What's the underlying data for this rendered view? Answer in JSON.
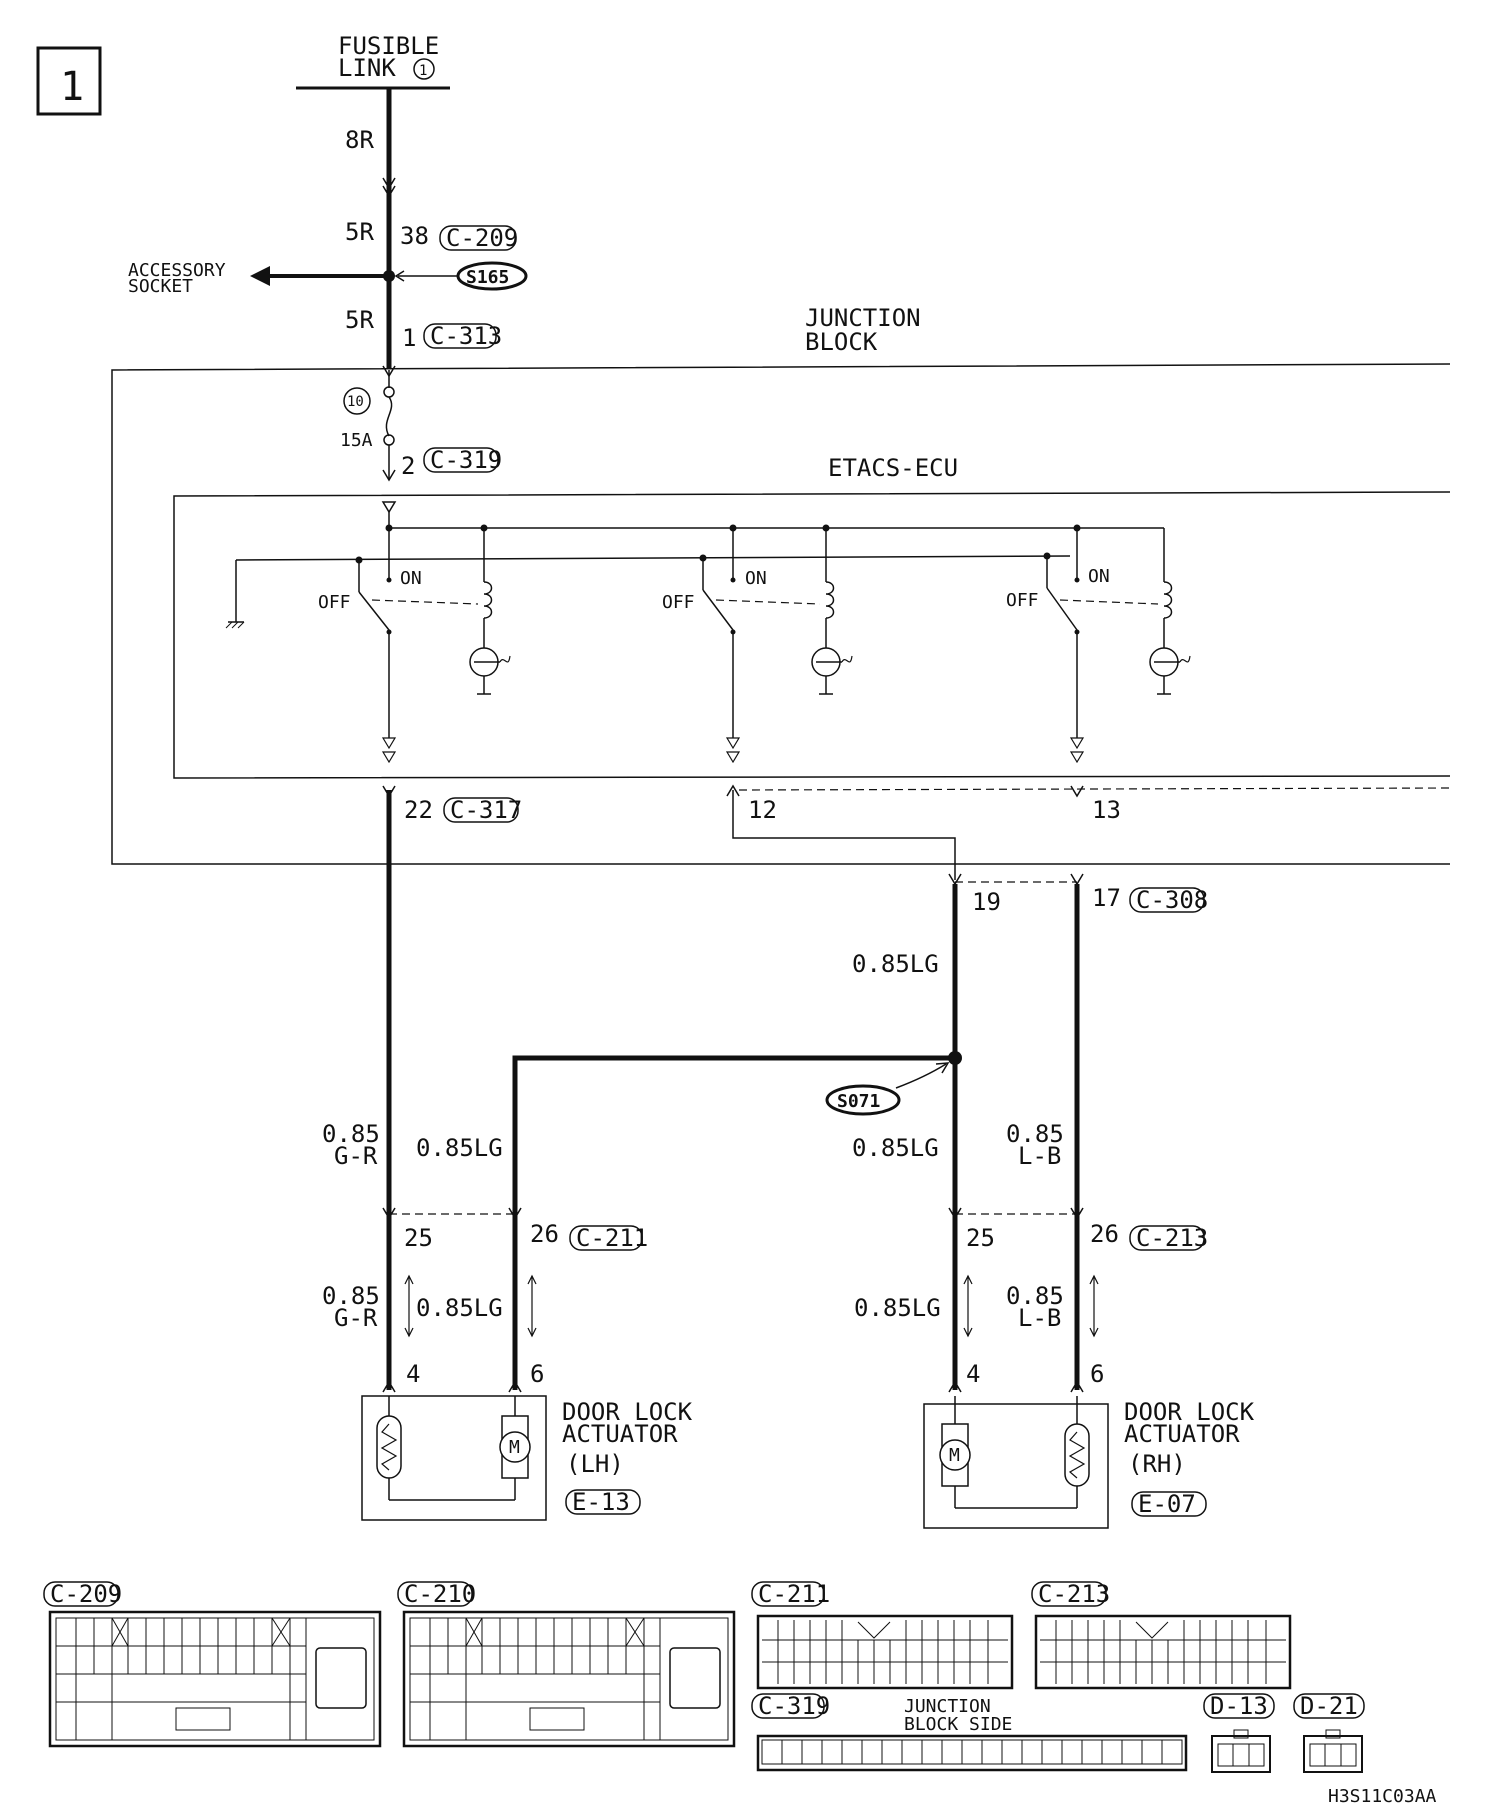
{
  "page_marker": "1",
  "power": {
    "source_line1": "FUSIBLE",
    "source_line2": "LINK",
    "source_num": "1",
    "wire_top": "8R",
    "wire_mid": "5R",
    "pin_c209": "38",
    "conn_c209": "C-209",
    "accessory_line1": "ACCESSORY",
    "accessory_line2": "SOCKET",
    "splice_s165": "S165",
    "wire_low": "5R",
    "pin_c313": "1",
    "conn_c313": "C-313"
  },
  "junction_block": {
    "title_line1": "JUNCTION",
    "title_line2": "BLOCK",
    "fuse_num": "10",
    "fuse_rating": "15A",
    "pin_c319": "2",
    "conn_c319": "C-319"
  },
  "etacs": {
    "title": "ETACS-ECU",
    "switch_on": "ON",
    "switch_off": "OFF"
  },
  "outputs": {
    "pin_22": "22",
    "conn_c317": "C-317",
    "pin_12": "12",
    "pin_13": "13",
    "pin_19": "19",
    "pin_17": "17",
    "conn_c308": "C-308"
  },
  "wires": {
    "lg": "0.85LG",
    "gr_size": "0.85",
    "gr_color": "G-R",
    "lb_size": "0.85",
    "lb_color": "L-B",
    "splice_s071": "S071"
  },
  "connectors": {
    "lh_pin25": "25",
    "lh_pin26": "26",
    "conn_c211": "C-211",
    "rh_pin25": "25",
    "rh_pin26": "26",
    "conn_c213": "C-213",
    "lh_pin4": "4",
    "lh_pin6": "6",
    "rh_pin4": "4",
    "rh_pin6": "6"
  },
  "actuators": {
    "lh_line1": "DOOR LOCK",
    "lh_line2": "ACTUATOR",
    "lh_line3": "(LH)",
    "lh_conn": "E-13",
    "rh_line1": "DOOR LOCK",
    "rh_line2": "ACTUATOR",
    "rh_line3": "(RH)",
    "rh_conn": "E-07",
    "motor_symbol": "M"
  },
  "connector_views": {
    "c209": "C-209",
    "c210": "C-210",
    "c211": "C-211",
    "c213": "C-213",
    "c319": "C-319",
    "c319_side_line1": "JUNCTION",
    "c319_side_line2": "BLOCK SIDE",
    "d13": "D-13",
    "d21": "D-21"
  },
  "figure_code": "H3S11C03AA"
}
